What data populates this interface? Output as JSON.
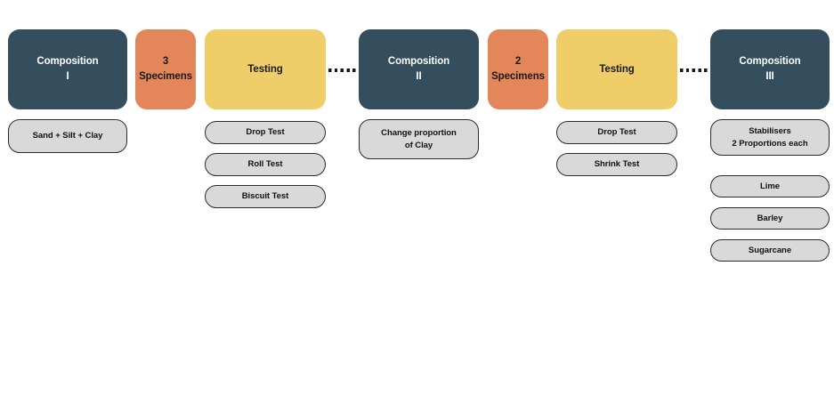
{
  "diagram": {
    "title": "Soil composition testing methodology flowchart",
    "background_color": "#ffffff",
    "colors": {
      "composition_block": "#344e5e",
      "specimens_block": "#e3875a",
      "testing_block": "#efcd68",
      "pill_fill": "#d9d9d9",
      "pill_border": "#2b2b2b",
      "connector": "#1a1a1a"
    },
    "stages": [
      {
        "id": "stage-1",
        "composition": {
          "label": "Composition\nI",
          "detail_pills": [
            {
              "label": "Sand + Silt + Clay"
            }
          ]
        },
        "specimens": {
          "label": "3\nSpecimens"
        },
        "testing": {
          "label": "Testing",
          "detail_pills": [
            {
              "label": "Drop Test"
            },
            {
              "label": "Roll Test"
            },
            {
              "label": "Biscuit Test"
            }
          ]
        }
      },
      {
        "id": "stage-2",
        "composition": {
          "label": "Composition\nII",
          "detail_pills": [
            {
              "label": "Change proportion\nof Clay"
            }
          ]
        },
        "specimens": {
          "label": "2\nSpecimens"
        },
        "testing": {
          "label": "Testing",
          "detail_pills": [
            {
              "label": "Drop Test"
            },
            {
              "label": "Shrink Test"
            }
          ]
        }
      },
      {
        "id": "stage-3",
        "composition": {
          "label": "Composition\nIII",
          "detail_pills": [
            {
              "label": "Stabilisers\n2 Proportions each"
            },
            {
              "label": "Lime"
            },
            {
              "label": "Barley"
            },
            {
              "label": "Sugarcane"
            }
          ]
        }
      }
    ]
  }
}
